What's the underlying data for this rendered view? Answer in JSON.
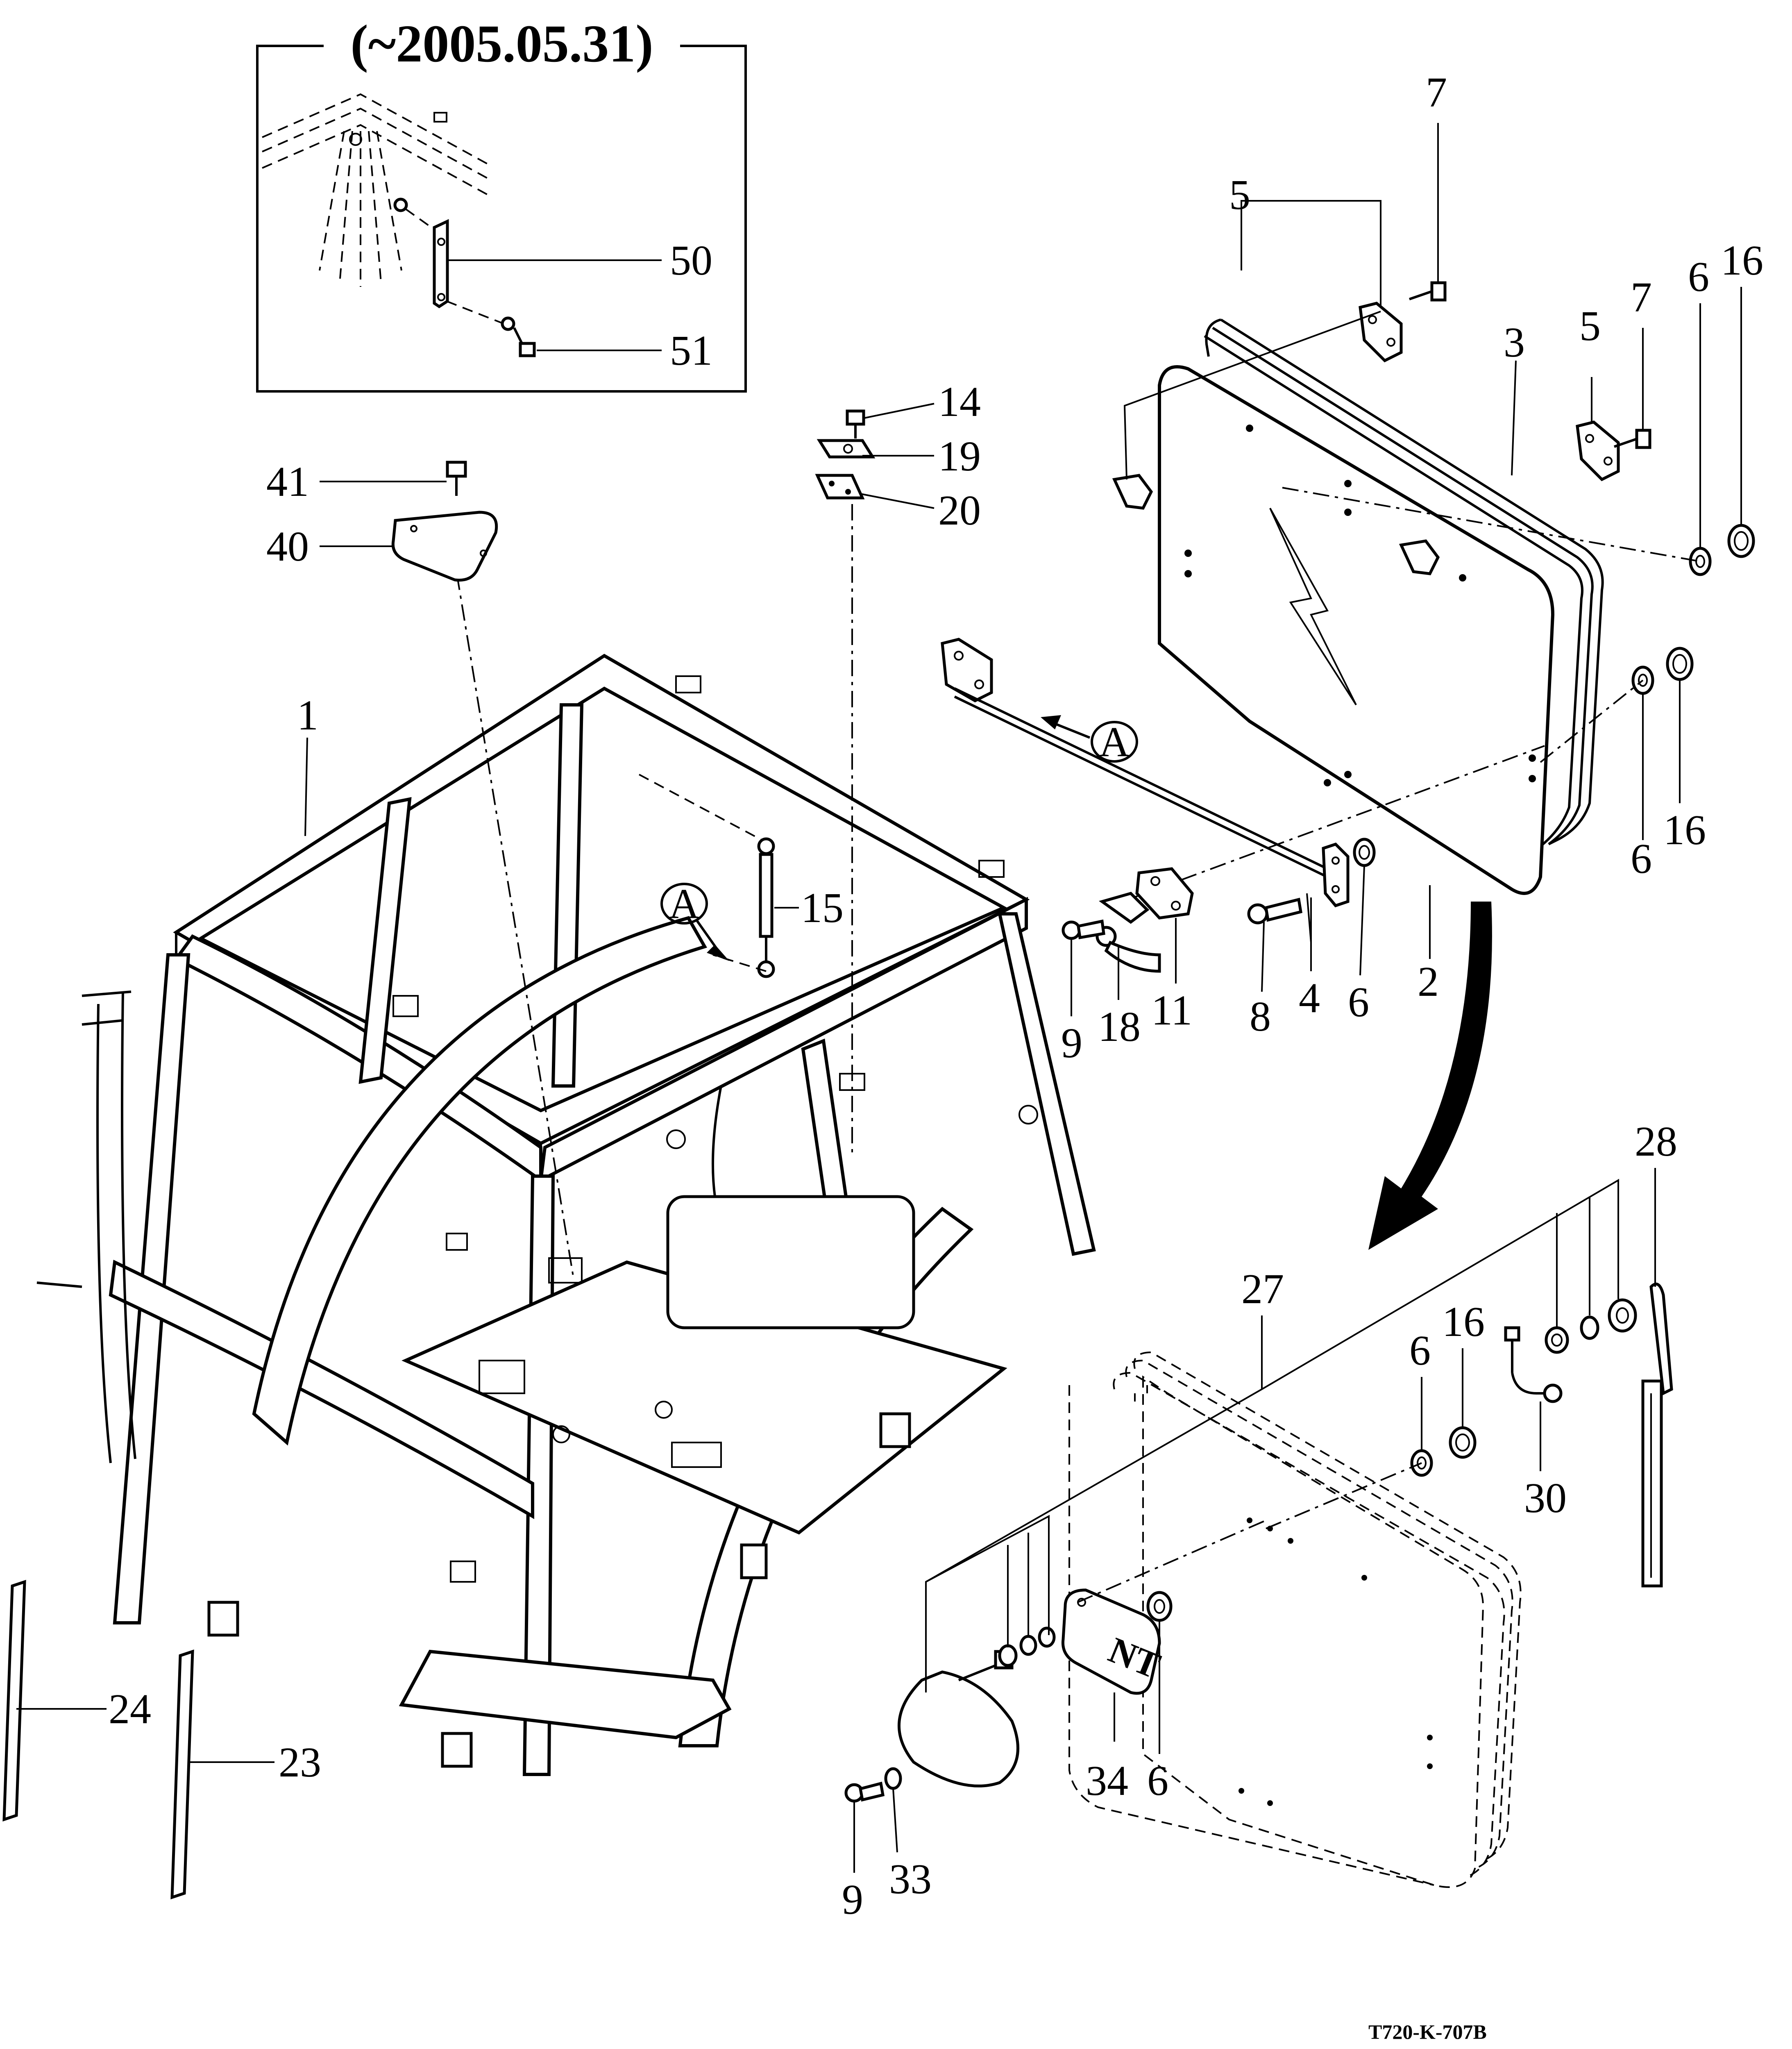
{
  "inset": {
    "title": "(~2005.05.31)"
  },
  "callouts": {
    "c50": "50",
    "c51": "51",
    "c14": "14",
    "c19": "19",
    "c20": "20",
    "c41": "41",
    "c40": "40",
    "c1": "1",
    "c15": "15",
    "c5a": "5",
    "c5b": "5",
    "c7a": "7",
    "c7b": "7",
    "c3": "3",
    "c2": "2",
    "c4": "4",
    "c8": "8",
    "c6a": "6",
    "c6b": "6",
    "c6c": "6",
    "c6d": "6",
    "c6e": "6",
    "c16a": "16",
    "c16b": "16",
    "c16c": "16",
    "c9a": "9",
    "c9b": "9",
    "c18": "18",
    "c11": "11",
    "c28": "28",
    "c27": "27",
    "c30": "30",
    "c34": "34",
    "c33": "33",
    "c24": "24",
    "c23": "23"
  },
  "view_markers": {
    "a1": "A",
    "a2": "A"
  },
  "drawing_code": "T720-K-707B"
}
